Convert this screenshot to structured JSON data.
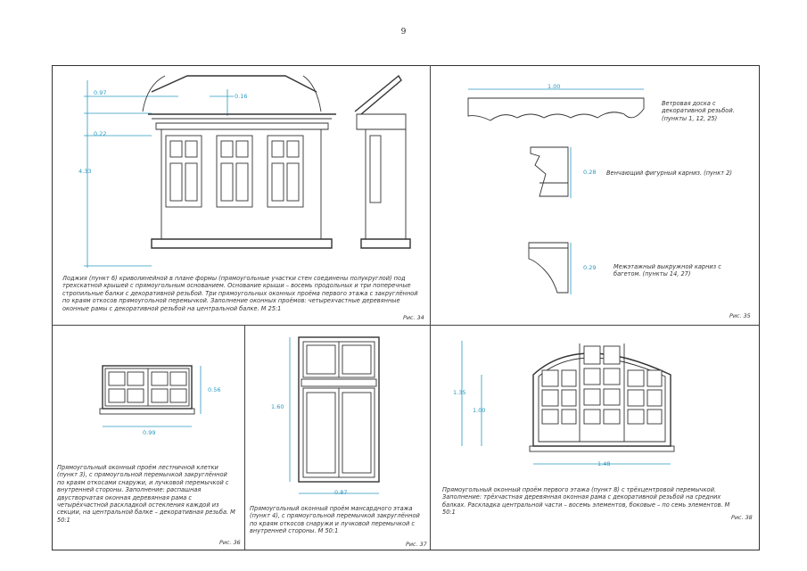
{
  "page": {
    "number": "9"
  },
  "panel34": {
    "dims": {
      "d1": "0.97",
      "d2": "0.16",
      "d3": "0.22",
      "d4": "4.33"
    },
    "caption": "Лоджия (пункт 6) криволинейной в плане формы (прямоугольные участки стен соединены полукруглой) под трехскатной крышей с прямоугольным основанием. Основание крыши – восемь продольных и три поперечные стропильные балки с декоративной резьбой. Три прямоугольных оконных проёма первого этажа с закруглённой по краям откосов прямоугольной перемычкой. Заполнение оконных проёмов: четырехчастные деревянные оконные рамы с декоративной резьбой на центральной балке. М 25:1",
    "label": "Рис. 34"
  },
  "panel35": {
    "dims": {
      "width": "1.00",
      "h1": "0.28",
      "h2": "0.29"
    },
    "item1": "Ветровая доска с декоративной резьбой. (пункты 1, 12, 25)",
    "item2": "Венчающий фигурный карниз. (пункт 2)",
    "item3": "Межэтажный выкружной карниз с багетом. (пункты 14, 27)",
    "label": "Рис. 35"
  },
  "panel36": {
    "dims": {
      "height": "0.56",
      "width": "0.99"
    },
    "caption": "Прямоугольный оконный проём лестничной клетки (пункт 3), с прямоугольной перемычкой закруглённой по краям откосами снаружи, и лучковой перемычкой с внутренней стороны. Заполнение: распашная двустворчатая оконная деревянная рама с четырёхчастной раскладкой остекления каждой из секции, на центральной балке – декоративная резьба. М 50:1",
    "label": "Рис. 36"
  },
  "panel37": {
    "dims": {
      "height": "1.60",
      "width": "0.87"
    },
    "caption": "Прямоугольный оконный проём мансардного этажа (пункт 4), с прямоугольной перемычкой закруглённой по краям откосов снаружи и лучковой перемычкой с внутренней стороны. М 50:1",
    "label": "Рис. 37"
  },
  "panel38": {
    "dims": {
      "outer_h": "1.35",
      "inner_h": "1.00",
      "width": "1.48"
    },
    "caption": "Прямоугольный оконный проём первого этажа (пункт 8) с трёхцентровой перемычкой. Заполнение: трёхчастная деревянная оконная рама с декоративной резьбой на средних балках. Раскладка центральной части – восемь элементов, боковые – по семь элементов. М 50:1",
    "label": "Рис. 38"
  }
}
